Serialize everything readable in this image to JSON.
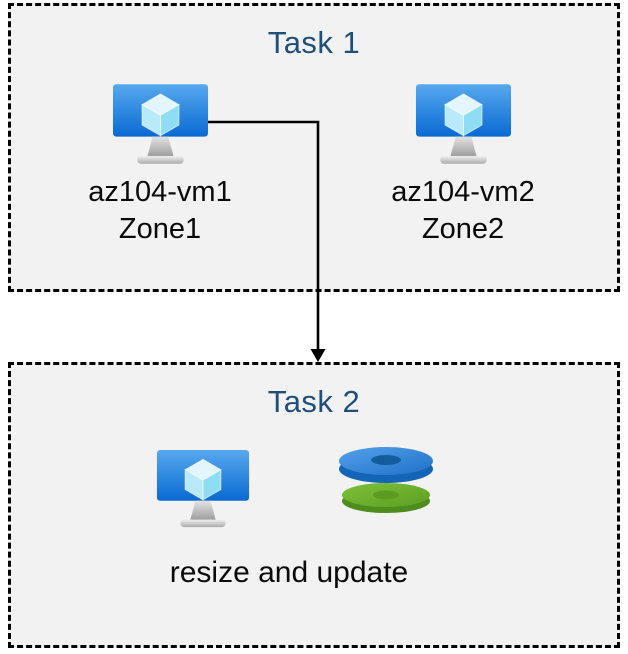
{
  "colors": {
    "page_background": "#FFFFFF",
    "box_fill": "#F2F2F2",
    "box_border": "#000000",
    "title_text": "#1F4E79",
    "label_text": "#0A0A0A",
    "arrow": "#000000",
    "vm_monitor_blue": "#0B6AD2",
    "vm_cube_light_blue": "#B9EAF9",
    "disk_blue": "#2E86DC",
    "disk_green": "#6EB42D"
  },
  "task1": {
    "title": "Task 1",
    "vms": [
      {
        "name": "az104-vm1",
        "zone": "Zone1",
        "icon": "virtual-machine-icon"
      },
      {
        "name": "az104-vm2",
        "zone": "Zone2",
        "icon": "virtual-machine-icon"
      }
    ]
  },
  "task2": {
    "title": "Task 2",
    "caption": "resize and update",
    "icons": [
      "virtual-machine-icon",
      "managed-disks-icon"
    ]
  },
  "connector": {
    "type": "elbow-arrow",
    "from": "az104-vm1",
    "to": "Task 2"
  }
}
